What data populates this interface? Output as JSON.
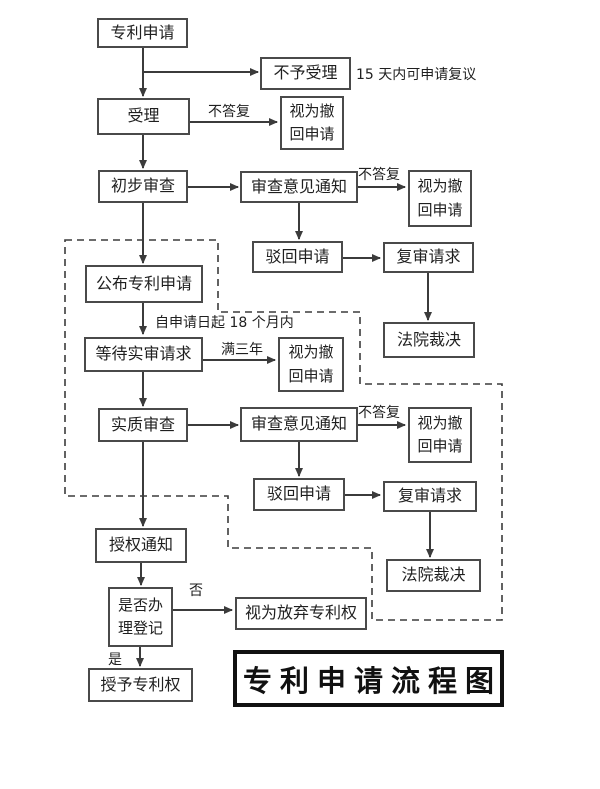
{
  "title": "专利申请流程图",
  "nodes": {
    "patent_application": "专利申请",
    "not_accepted": "不予受理",
    "acceptance": "受理",
    "deemed_withdrawal": "视为撤回申请",
    "preliminary_exam": "初步审查",
    "exam_opinion_notice": "审查意见通知",
    "reject_application": "驳回申请",
    "reexam_request": "复审请求",
    "court_ruling": "法院裁决",
    "publish_application": "公布专利申请",
    "await_substantive_request": "等待实审请求",
    "substantive_exam": "实质审查",
    "grant_notice": "授权通知",
    "registration_decision": "是否办理登记",
    "deemed_abandonment": "视为放弃专利权",
    "grant_patent_right": "授予专利权"
  },
  "edge_labels": {
    "reconsideration_note": "15 天内可申请复议",
    "no_reply": "不答复",
    "within_18_months": "自申请日起 18 个月内",
    "after_three_years": "满三年",
    "no": "否",
    "yes": "是"
  },
  "colors": {
    "line": "#3b3b3b",
    "box_border": "#4a4a4a",
    "dashed_border": "#3b3b3b",
    "text": "#1f1f1f",
    "title_border": "#111111",
    "background": "#ffffff"
  }
}
